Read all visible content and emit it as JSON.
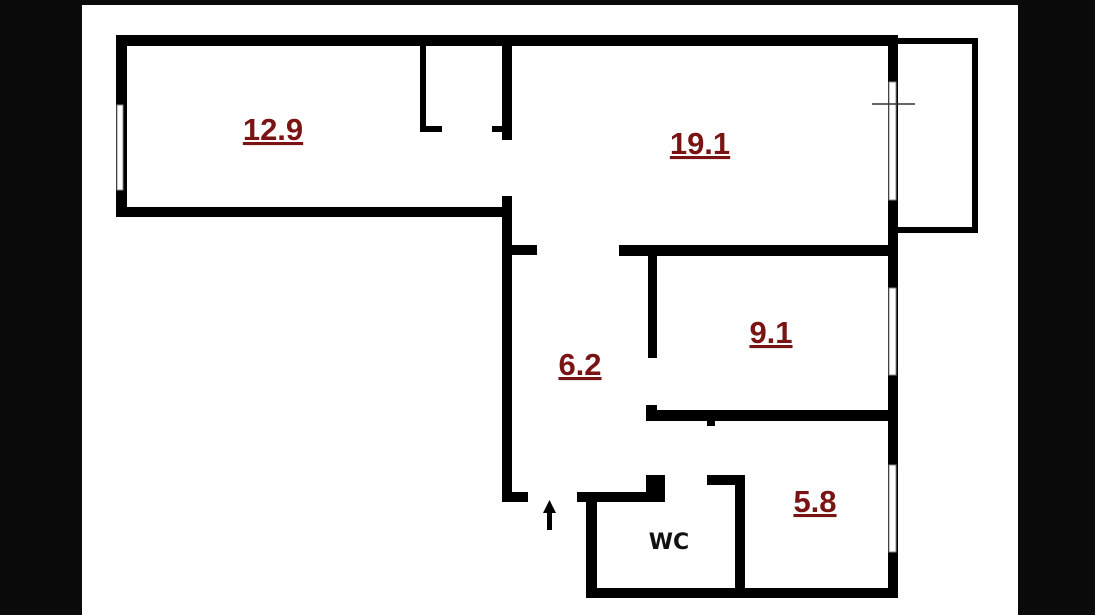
{
  "rooms": [
    {
      "id": "room-1",
      "area": "12.9"
    },
    {
      "id": "room-2",
      "area": "19.1"
    },
    {
      "id": "room-3",
      "area": "9.1"
    },
    {
      "id": "hallway",
      "area": "6.2"
    },
    {
      "id": "kitchen",
      "area": "5.8"
    },
    {
      "id": "wc",
      "area": "WC"
    }
  ],
  "colors": {
    "wall": "#000000",
    "label": "#7a1414",
    "background": "#ffffff"
  }
}
